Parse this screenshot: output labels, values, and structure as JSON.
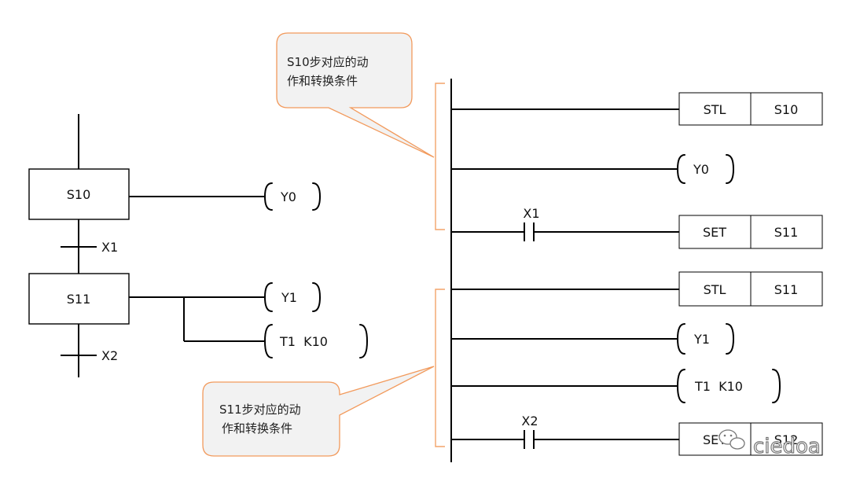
{
  "sfc": {
    "step1": "S10",
    "step2": "S11",
    "trans1": "X1",
    "trans2": "X2",
    "out_step1": "Y0",
    "out_step2_a": "Y1",
    "out_step2_b": "T1  K10"
  },
  "ladder": {
    "rung1": {
      "instr": "STL",
      "operand": "S10"
    },
    "rung2": {
      "coil": "Y0"
    },
    "rung3": {
      "contact": "X1",
      "instr": "SET",
      "operand": "S11"
    },
    "rung4": {
      "instr": "STL",
      "operand": "S11"
    },
    "rung5": {
      "coil": "Y1"
    },
    "rung6": {
      "coil": "T1  K10"
    },
    "rung7": {
      "contact": "X2",
      "instr": "SET",
      "operand": "S12"
    }
  },
  "callouts": {
    "top": {
      "line1": "S10步对应的动",
      "line2": "作和转换条件"
    },
    "bottom": {
      "line1": "S11步对应的动",
      "line2": "作和转换条件"
    }
  },
  "watermark": "ciedoa",
  "colors": {
    "line": "#000000",
    "callout_fill": "#f2f2f2",
    "callout_border": "#f29a5c"
  }
}
